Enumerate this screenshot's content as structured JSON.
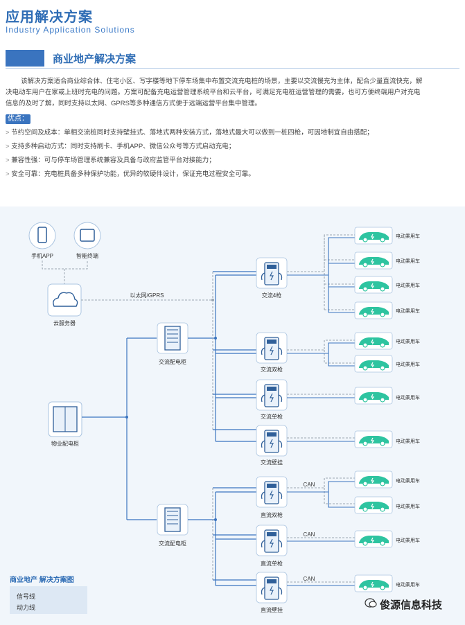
{
  "header": {
    "title": "应用解决方案",
    "subtitle": "Industry Application Solutions"
  },
  "section": {
    "title": "商业地产解决方案",
    "paragraph": "该解决方案适合商业综合体、住宅小区、写字楼等地下停车场集中布置交流充电桩的场景，主要以交流慢充为主体，配合少量直流快充，解决电动车用户在家或上班时充电的问题。方案可配备充电运营管理系统平台和云平台，可满足充电桩运营管理的需要，也可方便终端用户对充电信息的及时了解，同时支持以太网、GPRS等多种通信方式便于远端运营平台集中管理。"
  },
  "advantages": {
    "badge": "优点：",
    "items": [
      "节约空间及成本：单相交流桩同时支持壁挂式、落地式两种安装方式，落地式最大可以做到一桩四枪，可因地制宜自由搭配；",
      "支持多种启动方式：同时支持刷卡、手机APP、微信公众号等方式启动充电；",
      "兼容性强：可与停车场管理系统兼容及具备与政府监管平台对接能力；",
      "安全可靠：充电桩具备多种保护功能，优异的软硬件设计，保证充电过程安全可靠。"
    ]
  },
  "diagram": {
    "mobile_app": "手机APP",
    "smart_terminal": "智能终端",
    "cloud_server": "云服务器",
    "network_label": "以太网/GPRS",
    "property_cabinet": "物业配电柜",
    "ac_cabinet_1": "交流配电柜",
    "ac_cabinet_2": "交流配电柜",
    "chargers": [
      {
        "label": "交流4枪",
        "cars": 4
      },
      {
        "label": "交流双枪",
        "cars": 2
      },
      {
        "label": "交流单枪",
        "cars": 1
      },
      {
        "label": "交流壁挂",
        "cars": 1
      },
      {
        "label": "直流双枪",
        "cars": 2
      },
      {
        "label": "直流单枪",
        "cars": 1
      },
      {
        "label": "直流壁挂",
        "cars": 1
      }
    ],
    "car_label": "电动乘用车",
    "can_label": "CAN"
  },
  "legend": {
    "title": "商业地产 解决方案图",
    "signal_line": "信号线",
    "power_line": "动力线"
  },
  "watermark": "俊源信息科技",
  "colors": {
    "primary": "#2f6db5",
    "line": "#3a74bf",
    "car_green": "#2ec4a0",
    "diagram_bg": "#f1f6fb"
  }
}
